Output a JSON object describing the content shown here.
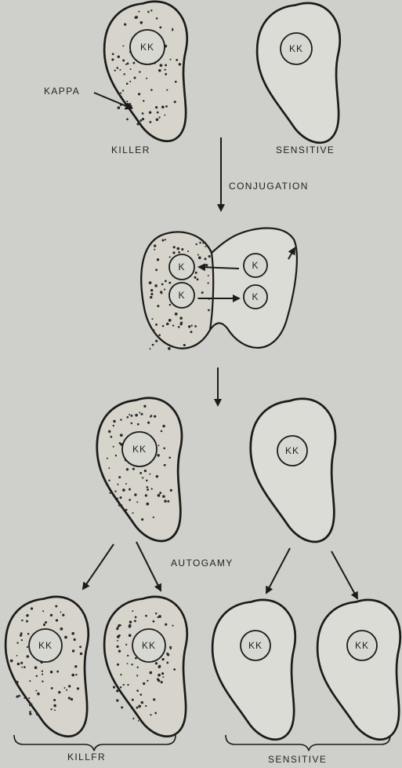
{
  "labels": {
    "kappa": "KAPPA",
    "killer_top": "KILLER",
    "sensitive_top": "SENSITIVE",
    "conjugation": "CONJUGATION",
    "autogamy": "AUTOGAMY",
    "killer_bottom": "KILLFR",
    "sensitive_bottom": "SENSITIVE"
  },
  "nucleus": {
    "kk": "KK",
    "k": "K"
  },
  "colors": {
    "background": "#cfcfcb",
    "ink": "#1b1b1b"
  }
}
